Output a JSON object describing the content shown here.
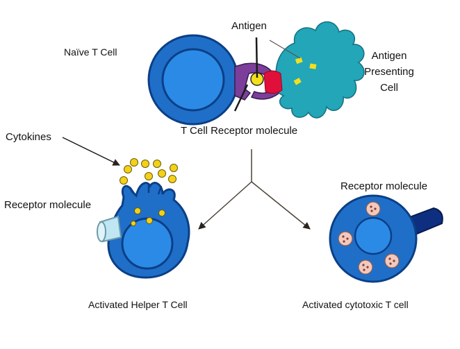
{
  "labels": {
    "antigen": "Antigen",
    "naive_t_cell": "Naïve T Cell",
    "apc_line1": "Antigen",
    "apc_line2": "Presenting",
    "apc_line3": "Cell",
    "tcr_molecule": "T Cell Receptor molecule",
    "cytokines": "Cytokines",
    "helper_receptor": "Receptor molecule",
    "cytotoxic_receptor": "Receptor molecule",
    "helper_cell": "Activated Helper T Cell",
    "cytotoxic_cell": "Activated cytotoxic T cell"
  },
  "colors": {
    "cell_blue": "#1f6fc9",
    "nucleus_blue": "#2b8ae6",
    "cell_outline": "#0b3f86",
    "apc_teal": "#22a6b8",
    "receptor_purple": "#7b3f9b",
    "antigen_yellow": "#f2e01c",
    "mhc_red": "#e0103a",
    "cytokine_yellow": "#f3d11a",
    "helper_receptor_cyan": "#bfe6f2",
    "cytotoxic_receptor_navy": "#0e2f80",
    "granule_pink": "#f1c9bd",
    "arrow": "#4a4238"
  }
}
